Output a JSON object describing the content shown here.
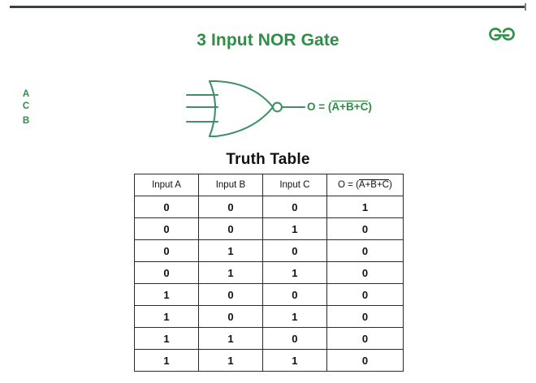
{
  "top_rule": {
    "present": true,
    "color": "#3b3f4a"
  },
  "brand": {
    "name": "geeksforgeeks-logo",
    "color": "#2f8d46"
  },
  "header": {
    "title": "3 Input NOR Gate",
    "title_color": "#2f8d46"
  },
  "diagram": {
    "name": "3-input-nor-gate",
    "stroke_color": "#3f9165",
    "input_labels": [
      "A",
      "C",
      "B"
    ],
    "output": {
      "prefix": "O = (",
      "overbar_text": "A+B+C",
      "suffix": ")",
      "full": "O = (A+B+C)̅"
    }
  },
  "truth_table": {
    "heading": "Truth Table",
    "columns": [
      "Input A",
      "Input B",
      "Input C"
    ],
    "output_column": {
      "prefix": "O = (",
      "overbar_text": "A+B+C",
      "suffix": ")"
    },
    "rows": [
      {
        "a": "0",
        "b": "0",
        "c": "0",
        "o": "1"
      },
      {
        "a": "0",
        "b": "0",
        "c": "1",
        "o": "0"
      },
      {
        "a": "0",
        "b": "1",
        "c": "0",
        "o": "0"
      },
      {
        "a": "0",
        "b": "1",
        "c": "1",
        "o": "0"
      },
      {
        "a": "1",
        "b": "0",
        "c": "0",
        "o": "0"
      },
      {
        "a": "1",
        "b": "0",
        "c": "1",
        "o": "0"
      },
      {
        "a": "1",
        "b": "1",
        "c": "0",
        "o": "0"
      },
      {
        "a": "1",
        "b": "1",
        "c": "1",
        "o": "0"
      }
    ]
  }
}
